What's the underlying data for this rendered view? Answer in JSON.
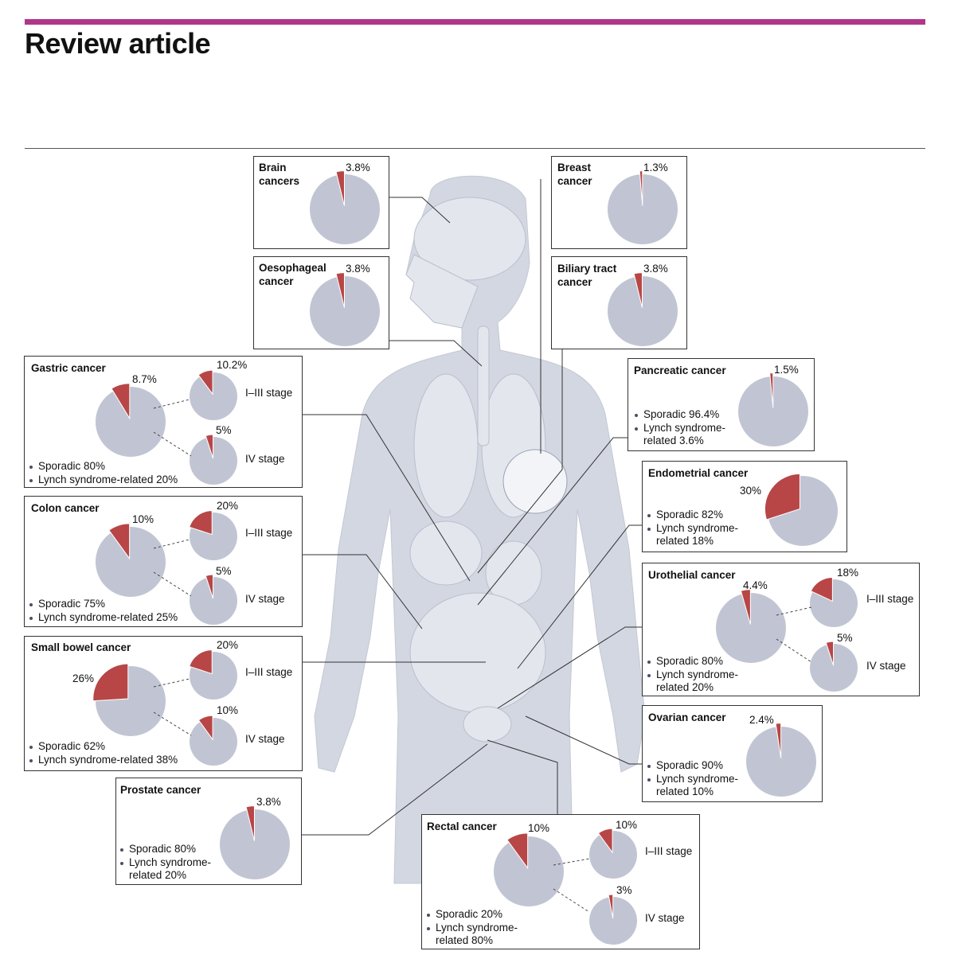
{
  "header": {
    "title": "Review article",
    "accent_color": "#b0368a"
  },
  "colors": {
    "pie_base": "#c1c5d3",
    "pie_lynch": "#b84646",
    "body": "#d2d6e0"
  },
  "chart_data": [
    {
      "type": "pie",
      "title": "Brain cancers",
      "values": [
        {
          "label": "Lynch syndrome-related",
          "value": 3.8,
          "label_text": "3.8%"
        }
      ]
    },
    {
      "type": "pie",
      "title": "Breast cancer",
      "values": [
        {
          "label": "Lynch syndrome-related",
          "value": 1.3,
          "label_text": "1.3%"
        }
      ]
    },
    {
      "type": "pie",
      "title": "Oesophageal cancer",
      "values": [
        {
          "label": "Lynch syndrome-related",
          "value": 3.8,
          "label_text": "3.8%"
        }
      ]
    },
    {
      "type": "pie",
      "title": "Biliary tract cancer",
      "values": [
        {
          "label": "Lynch syndrome-related",
          "value": 3.8,
          "label_text": "3.8%"
        }
      ]
    },
    {
      "type": "pie",
      "title": "Gastric cancer",
      "legend": [
        "Sporadic 80%",
        "Lynch syndrome-related 20%"
      ],
      "main": {
        "value": 8.7,
        "label_text": "8.7%"
      },
      "stages": [
        {
          "label": "I–III stage",
          "value": 10.2,
          "label_text": "10.2%"
        },
        {
          "label": "IV stage",
          "value": 5,
          "label_text": "5%"
        }
      ]
    },
    {
      "type": "pie",
      "title": "Pancreatic cancer",
      "legend": [
        "Sporadic 96.4%",
        "Lynch syndrome-",
        "related 3.6%"
      ],
      "main": {
        "value": 1.5,
        "label_text": "1.5%"
      }
    },
    {
      "type": "pie",
      "title": "Colon cancer",
      "legend": [
        "Sporadic 75%",
        "Lynch syndrome-related 25%"
      ],
      "main": {
        "value": 10,
        "label_text": "10%"
      },
      "stages": [
        {
          "label": "I–III stage",
          "value": 20,
          "label_text": "20%"
        },
        {
          "label": "IV stage",
          "value": 5,
          "label_text": "5%"
        }
      ]
    },
    {
      "type": "pie",
      "title": "Endometrial cancer",
      "legend": [
        "Sporadic 82%",
        "Lynch syndrome-",
        "related 18%"
      ],
      "main": {
        "value": 30,
        "label_text": "30%"
      }
    },
    {
      "type": "pie",
      "title": "Urothelial cancer",
      "legend": [
        "Sporadic 80%",
        "Lynch syndrome-",
        "related 20%"
      ],
      "main": {
        "value": 4.4,
        "label_text": "4.4%"
      },
      "stages": [
        {
          "label": "I–III stage",
          "value": 18,
          "label_text": "18%"
        },
        {
          "label": "IV stage",
          "value": 5,
          "label_text": "5%"
        }
      ]
    },
    {
      "type": "pie",
      "title": "Small bowel cancer",
      "legend": [
        "Sporadic 62%",
        "Lynch syndrome-related 38%"
      ],
      "main": {
        "value": 26,
        "label_text": "26%"
      },
      "stages": [
        {
          "label": "I–III stage",
          "value": 20,
          "label_text": "20%"
        },
        {
          "label": "IV stage",
          "value": 10,
          "label_text": "10%"
        }
      ]
    },
    {
      "type": "pie",
      "title": "Ovarian cancer",
      "legend": [
        "Sporadic 90%",
        "Lynch syndrome-",
        "related 10%"
      ],
      "main": {
        "value": 2.4,
        "label_text": "2.4%"
      }
    },
    {
      "type": "pie",
      "title": "Prostate cancer",
      "legend": [
        "Sporadic 80%",
        "Lynch syndrome-",
        "related 20%"
      ],
      "main": {
        "value": 3.8,
        "label_text": "3.8%"
      }
    },
    {
      "type": "pie",
      "title": "Rectal cancer",
      "legend": [
        "Sporadic 20%",
        "Lynch syndrome-",
        "related 80%"
      ],
      "main": {
        "value": 10,
        "label_text": "10%"
      },
      "stages": [
        {
          "label": "I–III stage",
          "value": 10,
          "label_text": "10%"
        },
        {
          "label": "IV stage",
          "value": 3,
          "label_text": "3%"
        }
      ]
    }
  ]
}
